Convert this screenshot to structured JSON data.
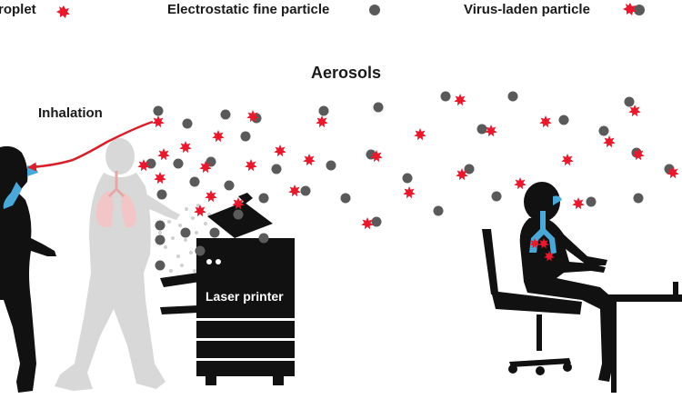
{
  "legend": {
    "droplet_label": "roplet",
    "fine_particle_label": "Electrostatic fine particle",
    "virus_label": "Virus-laden particle"
  },
  "aerosols_label": "Aerosols",
  "inhalation_label": "Inhalation",
  "printer_label": "Laser printer",
  "colors": {
    "droplet": "#e8192c",
    "fine_particle": "#5a5a5a",
    "silhouette": "#111111",
    "ghost_silhouette": "#d8d8d8",
    "lungs_ghost": "#f2c6c6",
    "airway": "#4aa8d8",
    "arrow": "#d8202a"
  }
}
